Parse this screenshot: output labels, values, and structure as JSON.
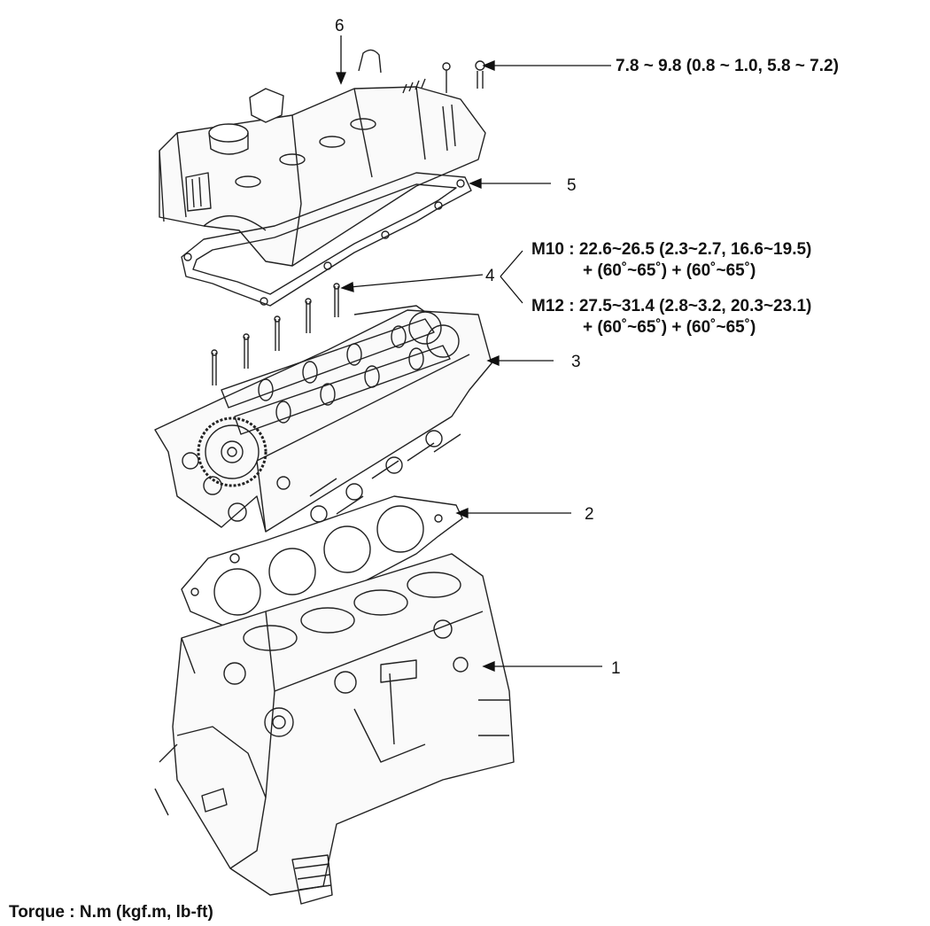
{
  "callouts": {
    "c1": "1",
    "c2": "2",
    "c3": "3",
    "c4": "4",
    "c5": "5",
    "c6": "6"
  },
  "torque": {
    "cover_bolt": "7.8 ~ 9.8 (0.8 ~ 1.0, 5.8 ~ 7.2)",
    "m10_line1": "M10 : 22.6~26.5 (2.3~2.7, 16.6~19.5)",
    "m10_line2": "+ (60˚~65˚) + (60˚~65˚)",
    "m12_line1": "M12 : 27.5~31.4 (2.8~3.2, 20.3~23.1)",
    "m12_line2": "+ (60˚~65˚) + (60˚~65˚)"
  },
  "footer": {
    "units": "Torque : N.m (kgf.m, lb-ft)"
  }
}
